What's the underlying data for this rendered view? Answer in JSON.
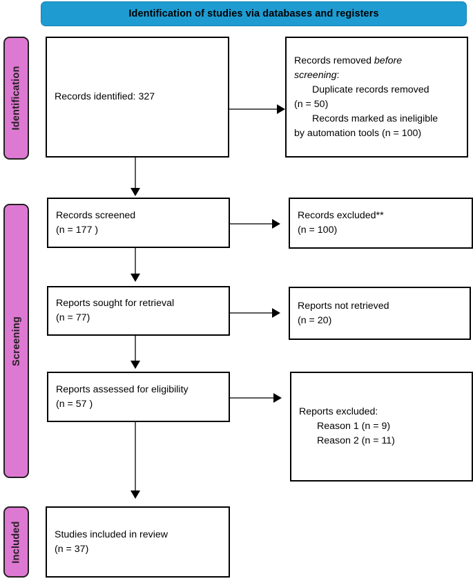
{
  "diagram": {
    "type": "prisma-flow-diagram",
    "header": {
      "title": "Identification of studies via databases and registers",
      "color": "#1E9CD2"
    },
    "stages": [
      {
        "id": "identification",
        "label": "Identification",
        "color": "#DD79D2"
      },
      {
        "id": "screening",
        "label": "Screening",
        "color": "#DD79D2"
      },
      {
        "id": "included",
        "label": "Included",
        "color": "#DD79D2"
      }
    ],
    "boxes": {
      "records_identified": {
        "lines": [
          "Records identified: 327"
        ]
      },
      "records_removed": {
        "line1_prefix": "Records removed ",
        "line1_italic": "before",
        "line2_italic": "screening",
        "line2_suffix": ":",
        "line3": "Duplicate records removed",
        "line4": "(n = 50)",
        "line5": "Records marked as ineligible",
        "line6": "by automation tools (n = 100)"
      },
      "records_screened": {
        "line1": "Records screened",
        "line2": "(n = 177 )"
      },
      "records_excluded": {
        "line1": "Records excluded**",
        "line2": "(n = 100)"
      },
      "reports_sought": {
        "line1": "Reports sought for retrieval",
        "line2": "(n = 77)"
      },
      "reports_not_retrieved": {
        "line1": "Reports not retrieved",
        "line2": "(n = 20)"
      },
      "reports_assessed": {
        "line1": "Reports assessed for eligibility",
        "line2": "(n = 57 )"
      },
      "reports_excluded": {
        "line1": "Reports excluded:",
        "line2": "Reason 1 (n = 9)",
        "line3": "Reason 2 (n = 11)"
      },
      "studies_included": {
        "line1": "Studies included in review",
        "line2": "(n = 37)"
      }
    }
  }
}
